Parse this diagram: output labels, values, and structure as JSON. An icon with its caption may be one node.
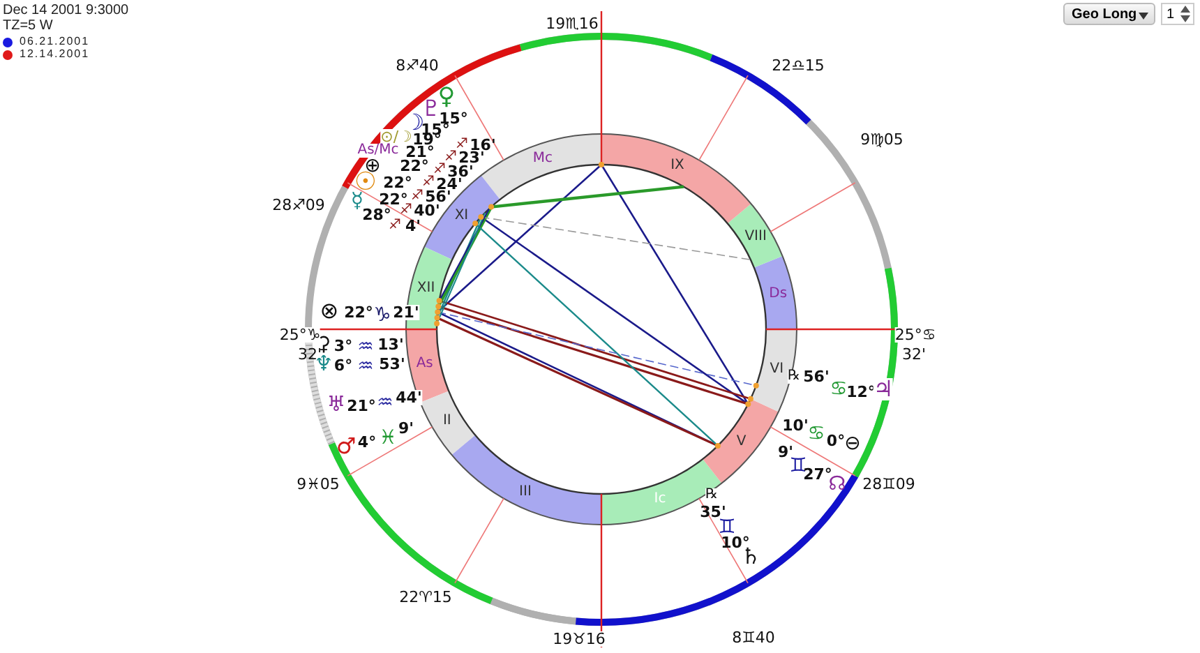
{
  "diagram": {
    "labels": [
      "Dec 14 2001 9:3000",
      "TZ=5 W",
      "Geo Long",
      "1",
      "19♏16",
      "8♐40",
      "22♎15",
      "9♍05",
      "28♐09",
      "25°♑",
      "32'",
      "25°♋",
      "32'",
      "9♓05",
      "28♊09",
      "22♈15",
      "19♉16",
      "8♊40",
      "Mc",
      "IX",
      "VIII",
      "Ds",
      "VI",
      "V",
      "Ic",
      "III",
      "II",
      "As",
      "XII",
      "XI",
      "♀",
      "♇",
      "15°",
      "15°",
      "⊙/☽",
      "☽",
      "19°",
      "As/Mc",
      "21°",
      "⊕",
      "22°",
      "☉",
      "22°",
      "☿",
      "22°",
      "28°",
      "♐",
      "16'",
      "♐",
      "23'",
      "♐",
      "36'",
      "♐",
      "24'",
      "♐",
      "56'",
      "♐",
      "40'",
      "♐",
      "4'",
      "⊗",
      "22°",
      "♑",
      "21'",
      "⚳",
      "3°",
      "♒",
      "13'",
      "♆",
      "6°",
      "♒",
      "53'",
      "♅",
      "21°",
      "♒",
      "44'",
      "♂",
      "4°",
      "♓",
      "9'",
      "℞",
      "56'",
      "♋",
      "12°",
      "♃",
      "10'",
      "♋",
      "0°",
      "⊖",
      "9'",
      "♊",
      "27°",
      "☊",
      "℞",
      "35'",
      "♊",
      "10°",
      "♄"
    ],
    "legend": [
      {
        "text": "06.21.2001",
        "color": "#1a1ae0"
      },
      {
        "text": "12.14.2001",
        "color": "#e01a1a"
      }
    ]
  }
}
